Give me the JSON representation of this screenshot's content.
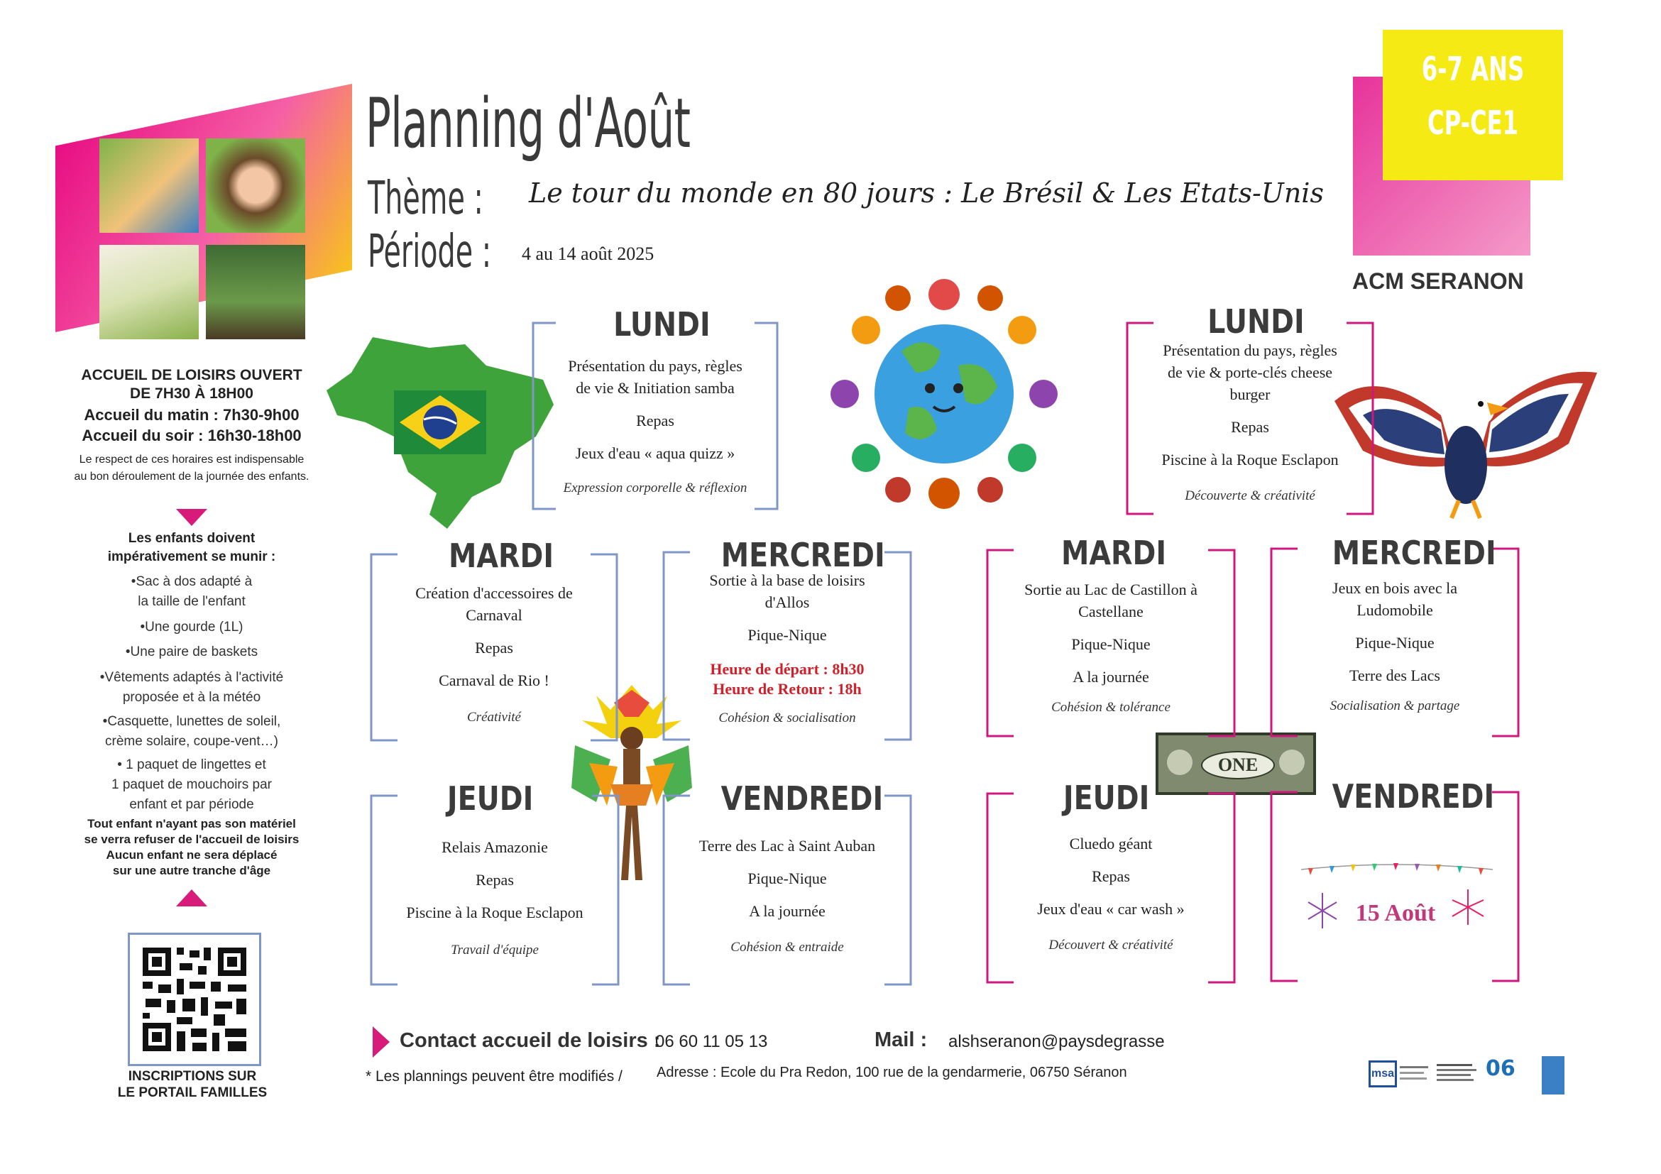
{
  "header": {
    "title": "Planning d'Août",
    "theme_label": "Thème :",
    "theme_value": "Le tour du monde en 80 jours : Le Brésil & Les Etats-Unis",
    "period_label": "Période :",
    "period_value": "4 au 14 août 2025",
    "age_line1": "6-7 ANS",
    "age_line2": "CP-CE1",
    "org": "ACM SERANON"
  },
  "left": {
    "open_title1": "ACCUEIL DE LOISIRS OUVERT",
    "open_title2": "DE 7H30 À 18H00",
    "morning": "Accueil du matin : 7h30-9h00",
    "evening": "Accueil du soir : 16h30-18h00",
    "respect1": "Le respect de ces horaires est indispensable",
    "respect2": "au bon déroulement de la journée des enfants.",
    "must1": "Les enfants doivent",
    "must2": "impérativement se munir :",
    "items": [
      "•Sac à dos adapté à",
      "la taille de l'enfant",
      "•Une gourde (1L)",
      "•Une paire de baskets",
      "•Vêtements adaptés à l'activité",
      "proposée et à la météo",
      "•Casquette, lunettes de soleil,",
      "crème solaire, coupe-vent…)",
      "• 1 paquet de lingettes et",
      "1 paquet de mouchoirs par",
      "enfant et par période"
    ],
    "warn1": "Tout enfant n'ayant pas son matériel",
    "warn2": "se verra refuser de l'accueil de loisirs",
    "warn3": "Aucun enfant ne sera déplacé",
    "warn4": "sur une autre tranche d'âge",
    "inscr1": "INSCRIPTIONS SUR",
    "inscr2": "LE PORTAIL FAMILLES"
  },
  "brazil": {
    "lundi": {
      "day": "LUNDI",
      "l1": "Présentation du pays, règles",
      "l2": "de vie & Initiation samba",
      "l3": "Repas",
      "l4": "Jeux d'eau « aqua quizz »",
      "tag": "Expression corporelle & réflexion"
    },
    "mardi": {
      "day": "MARDI",
      "l1": "Création d'accessoires de",
      "l2": "Carnaval",
      "l3": "Repas",
      "l4": "Carnaval de Rio !",
      "tag": "Créativité"
    },
    "mercredi": {
      "day": "MERCREDI",
      "l1": "Sortie à la base de loisirs",
      "l2": "d'Allos",
      "l3": "Pique-Nique",
      "l4": "Heure de départ : 8h30",
      "l5": "Heure de Retour : 18h",
      "tag": "Cohésion & socialisation"
    },
    "jeudi": {
      "day": "JEUDI",
      "l1": "Relais Amazonie",
      "l2": "Repas",
      "l3": "Piscine à la Roque Esclapon",
      "tag": "Travail d'équipe"
    },
    "vendredi": {
      "day": "VENDREDI",
      "l1": "Terre des Lac à Saint Auban",
      "l2": "Pique-Nique",
      "l3": "A la journée",
      "tag": "Cohésion & entraide"
    }
  },
  "usa": {
    "lundi": {
      "day": "LUNDI",
      "l1": "Présentation du pays, règles",
      "l2": "de vie & porte-clés cheese",
      "l3": "burger",
      "l4": "Repas",
      "l5": "Piscine à la Roque Esclapon",
      "tag": "Découverte & créativité"
    },
    "mardi": {
      "day": "MARDI",
      "l1": "Sortie au Lac de Castillon à",
      "l2": "Castellane",
      "l3": "Pique-Nique",
      "l4": "A la journée",
      "tag": "Cohésion & tolérance"
    },
    "mercredi": {
      "day": "MERCREDI",
      "l1": "Jeux en bois avec la",
      "l2": "Ludomobile",
      "l3": "Pique-Nique",
      "l4": "Terre des Lacs",
      "tag": "Socialisation & partage"
    },
    "jeudi": {
      "day": "JEUDI",
      "l1": "Cluedo géant",
      "l2": "Repas",
      "l3": "Jeux d'eau « car wash »",
      "tag": "Découvert & créativité"
    },
    "vendredi": {
      "day": "VENDREDI",
      "holiday": "15 Août"
    }
  },
  "dollar_text": "ONE",
  "footer": {
    "contact_label": "Contact accueil de loisirs :",
    "phone": "06 60 11 05 13",
    "mail_label": "Mail :",
    "mail": "alshseranon@paysdegrasse",
    "note": "* Les plannings peuvent être modifiés  /",
    "address": "Adresse : Ecole du Pra Redon, 100 rue de la gendarmerie, 06750 Séranon"
  },
  "logos": {
    "msa": "msa",
    "dept": "06"
  },
  "colors": {
    "pink": "#d0177e",
    "blue": "#7f96c8",
    "yellow": "#f5ea14",
    "red": "#d0202a"
  }
}
